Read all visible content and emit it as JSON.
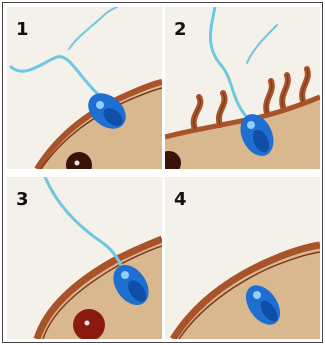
{
  "figure": {
    "panels": [
      {
        "label": "1"
      },
      {
        "label": "2"
      },
      {
        "label": "3"
      },
      {
        "label": "4"
      }
    ]
  },
  "colors": {
    "background": "#f4f1ea",
    "cytoplasm": "#d9b88f",
    "membrane": "#a8532a",
    "membrane_edge": "#7c3a1c",
    "tail": "#6fc7e3",
    "head": "#1e6fd0",
    "head_dark": "#0f4fa8",
    "nucleus": "#3a1208"
  }
}
